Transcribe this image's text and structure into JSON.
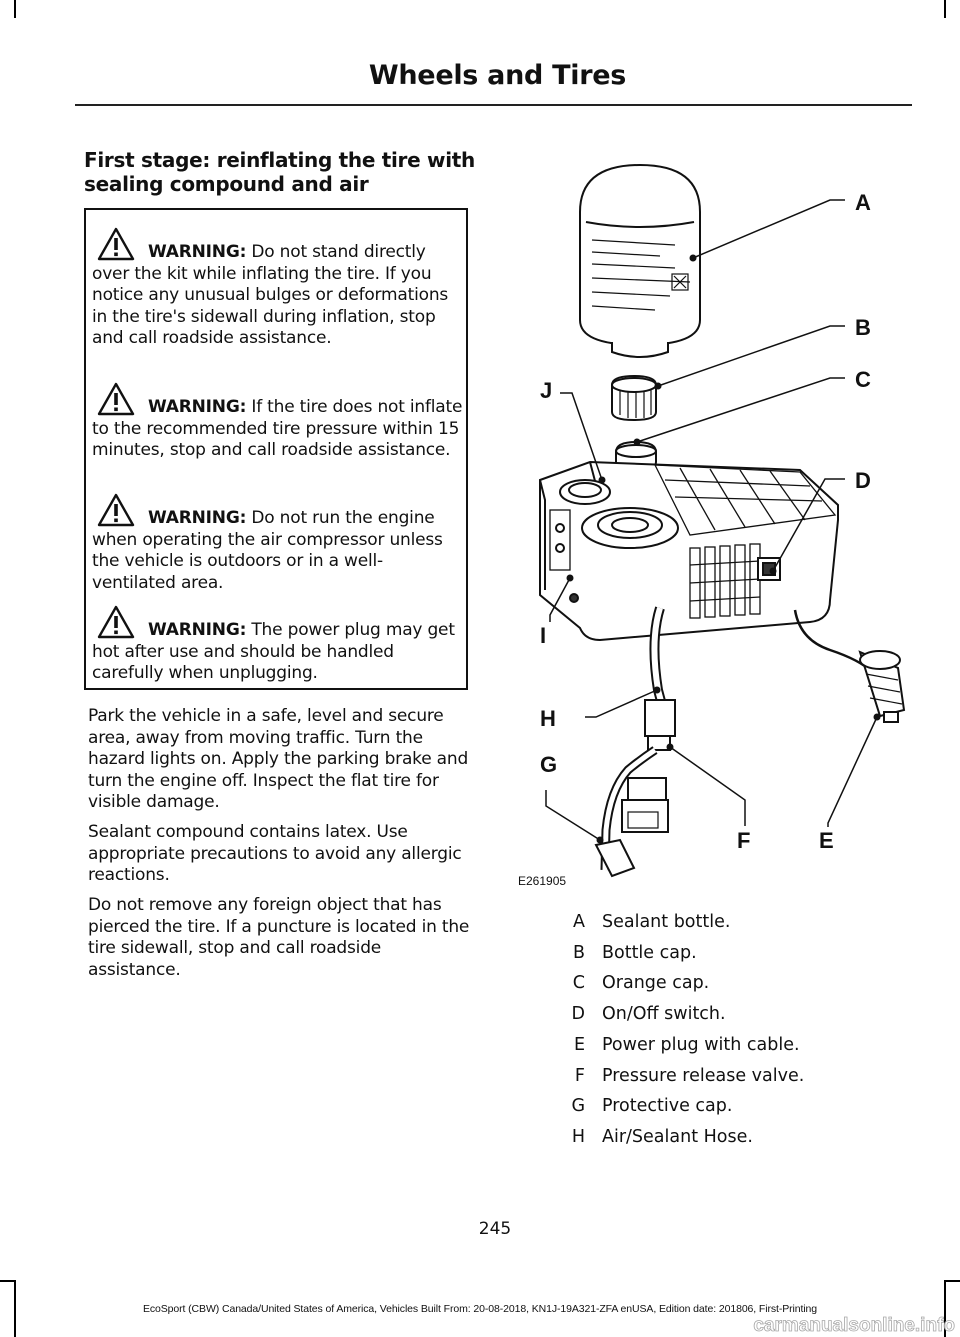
{
  "header": {
    "title": "Wheels and Tires"
  },
  "section_title": "First stage: reinflating the tire with sealing compound and air",
  "warnings": [
    {
      "label": "WARNING:",
      "text": " Do not stand directly over the kit while inflating the tire. If you notice any unusual bulges or deformations in the tire's sidewall during inflation, stop and call roadside assistance."
    },
    {
      "label": "WARNING:",
      "text": " If the tire does not inflate to the recommended tire pressure within 15 minutes, stop and call roadside assistance."
    },
    {
      "label": "WARNING:",
      "text": " Do not run the engine when operating the air compressor unless the vehicle is outdoors or in a well-ventilated area."
    },
    {
      "label": "WARNING:",
      "text": " The power plug may get hot after use and should be handled carefully when unplugging."
    }
  ],
  "paragraphs": [
    "Park the vehicle in a safe, level and secure area, away from moving traffic. Turn the hazard lights on. Apply the parking brake and turn the engine off. Inspect the flat tire for visible damage.",
    "Sealant compound contains latex. Use appropriate precautions to avoid any allergic reactions.",
    "Do not remove any foreign object that has pierced the tire. If a puncture is located in the tire sidewall, stop and call roadside assistance."
  ],
  "figure": {
    "id": "E261905",
    "callouts": [
      "A",
      "B",
      "C",
      "D",
      "E",
      "F",
      "G",
      "H",
      "I",
      "J"
    ]
  },
  "legend": [
    {
      "key": "A",
      "value": "Sealant bottle."
    },
    {
      "key": "B",
      "value": "Bottle cap."
    },
    {
      "key": "C",
      "value": "Orange cap."
    },
    {
      "key": "D",
      "value": "On/Off switch."
    },
    {
      "key": "E",
      "value": "Power plug with cable."
    },
    {
      "key": "F",
      "value": "Pressure release valve."
    },
    {
      "key": "G",
      "value": "Protective cap."
    },
    {
      "key": "H",
      "value": "Air/Sealant Hose."
    }
  ],
  "page_number": "245",
  "footer": "EcoSport (CBW) Canada/United States of America, Vehicles Built From: 20-08-2018, KN1J-19A321-ZFA enUSA, Edition date: 201806, First-Printing",
  "watermark": "carmanualsonline.info"
}
